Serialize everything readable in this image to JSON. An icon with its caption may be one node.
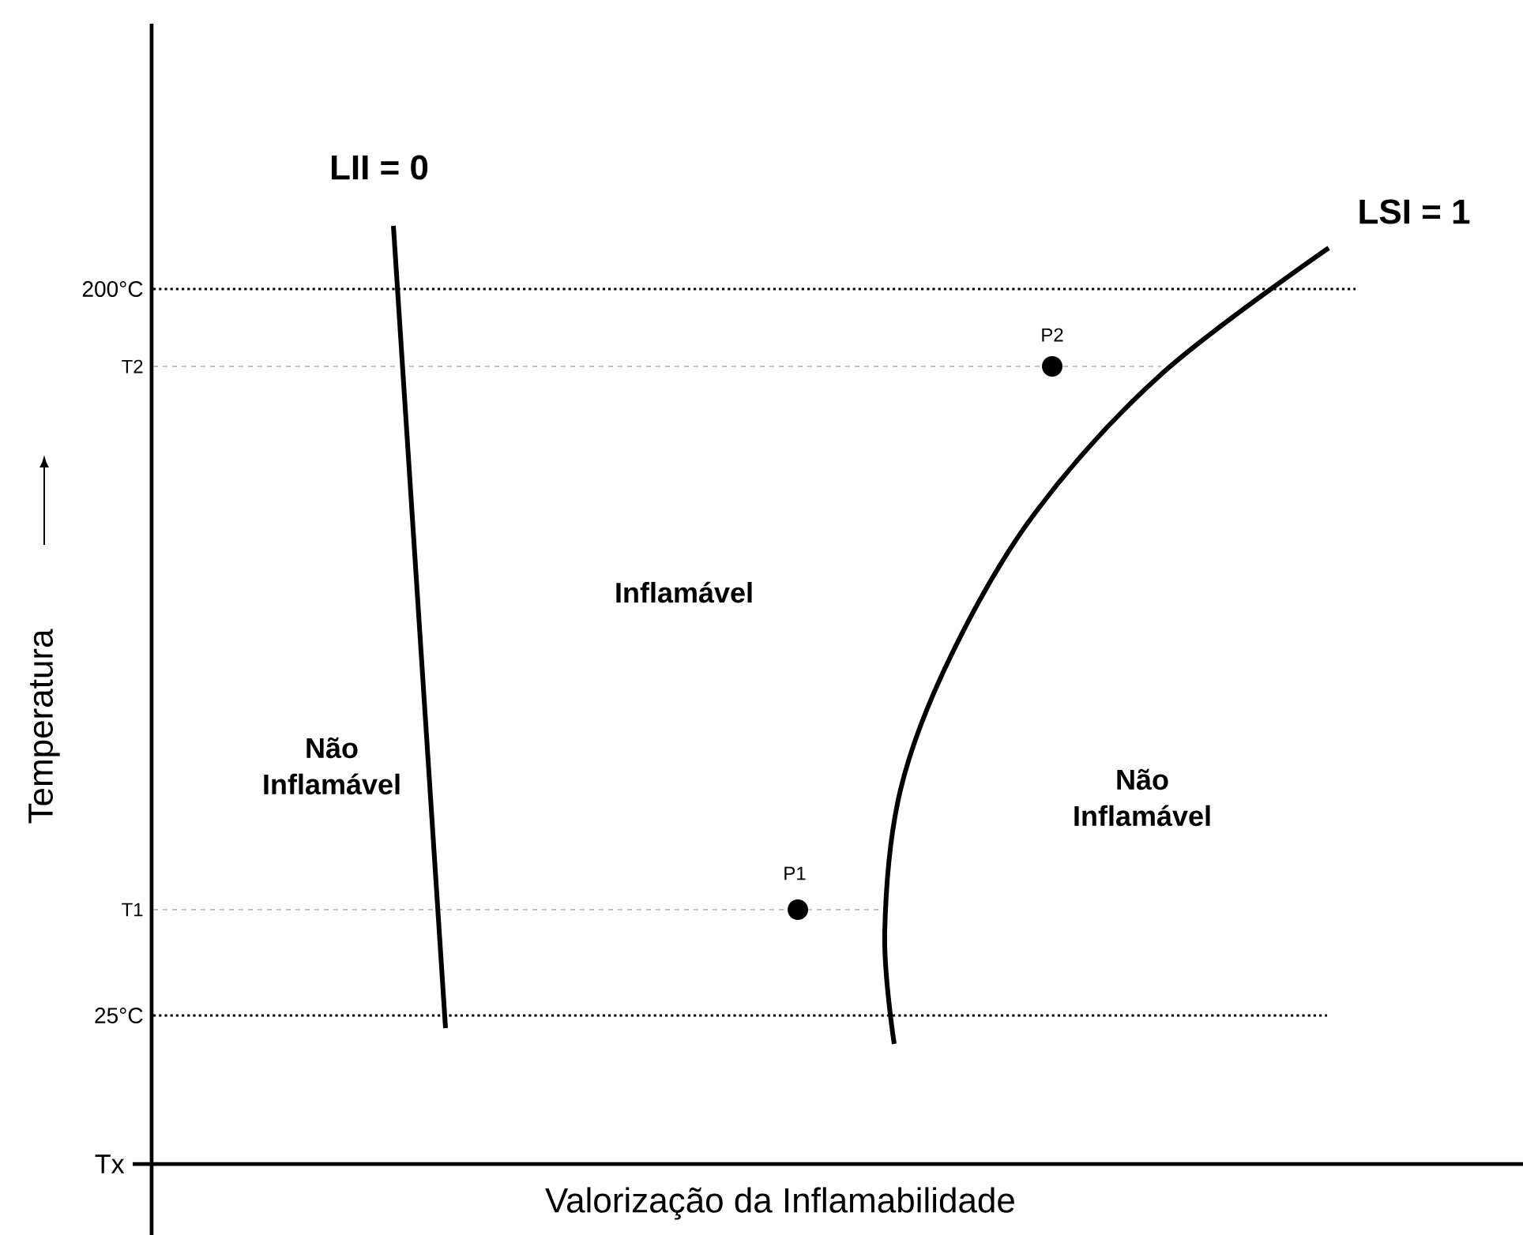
{
  "diagram": {
    "labels": [
      "LII = 0",
      "LSI = 1",
      "200°C",
      "T2",
      "P2",
      "Temperatura",
      "Inflamável",
      "Não Inflamável",
      "Não Inflamável",
      "P1",
      "T1",
      "25°C",
      "Tx",
      "Valorização da Inflamabilidade"
    ]
  }
}
